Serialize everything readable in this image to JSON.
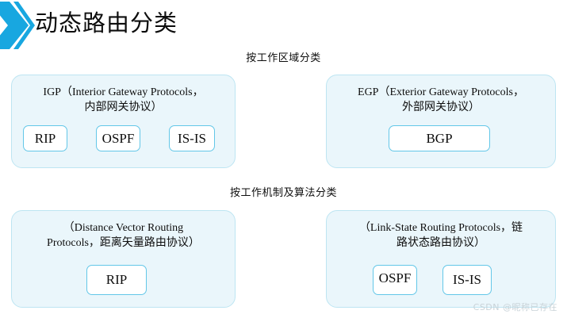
{
  "slide": {
    "title": "动态路由分类",
    "background_color": "#ffffff",
    "accent_color": "#18a7e0",
    "card_fill_color": "#eaf6fb",
    "card_border_color": "#bde5f2",
    "inner_box_border_color": "#63c7e8",
    "title_color": "#0d0d0d"
  },
  "decoration": {
    "chevron_icon": "chevron-right-icon"
  },
  "sections": [
    {
      "header": "按工作区域分类",
      "cards": [
        {
          "id": "igp",
          "title": "IGP（Interior Gateway Protocols，内部网关协议）",
          "title_line1": "IGP（Interior Gateway Protocols，",
          "title_line2": "内部网关协议）",
          "protocols": [
            "RIP",
            "OSPF",
            "IS-IS"
          ]
        },
        {
          "id": "egp",
          "title": "EGP（Exterior Gateway Protocols，外部网关协议）",
          "title_line1": "EGP（Exterior Gateway Protocols，",
          "title_line2": "外部网关协议）",
          "protocols": [
            "BGP"
          ]
        }
      ]
    },
    {
      "header": "按工作机制及算法分类",
      "cards": [
        {
          "id": "dv",
          "title": "（Distance Vector Routing Protocols，距离矢量路由协议）",
          "title_line1": "（Distance Vector Routing",
          "title_line2": "Protocols，距离矢量路由协议）",
          "protocols": [
            "RIP"
          ]
        },
        {
          "id": "ls",
          "title": "（Link-State Routing Protocols，链路状态路由协议）",
          "title_line1": "（Link-State Routing Protocols，链",
          "title_line2": "路状态路由协议）",
          "protocols": [
            "OSPF",
            "IS-IS"
          ]
        }
      ]
    }
  ],
  "watermark": {
    "text": "CSDN @昵称已存在"
  }
}
